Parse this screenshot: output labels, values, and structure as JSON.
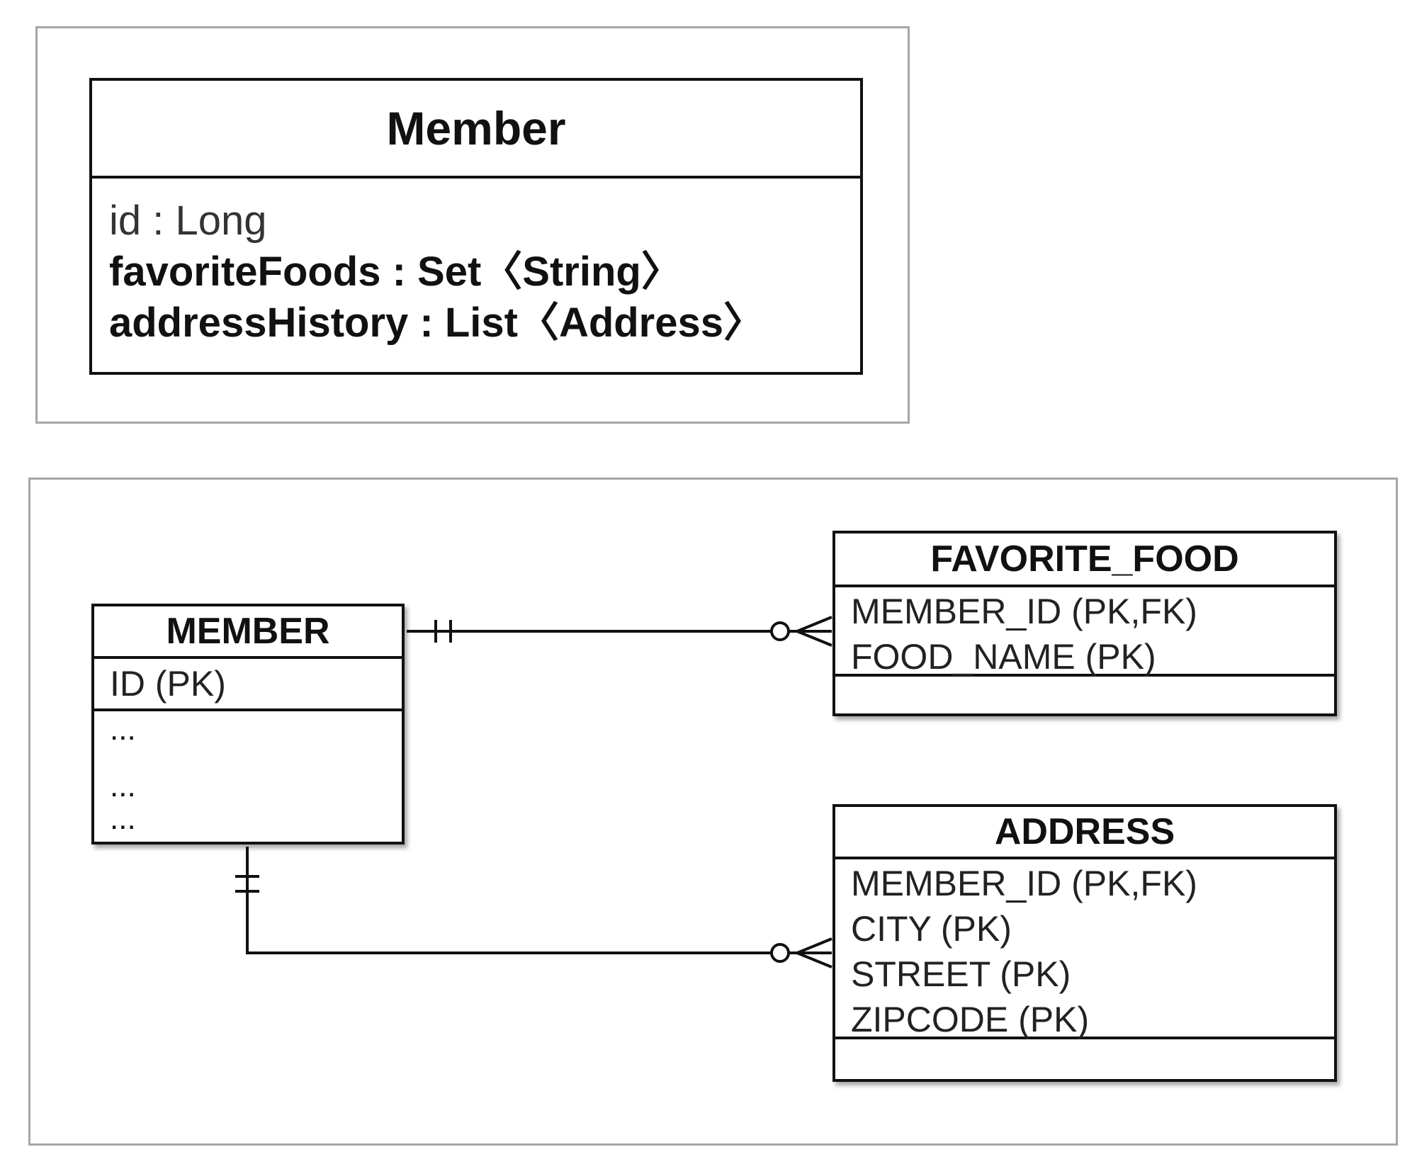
{
  "uml": {
    "class_name": "Member",
    "attributes": [
      "id : Long",
      "favoriteFoods : Set〈String〉",
      "addressHistory : List〈Address〉"
    ]
  },
  "erd": {
    "member": {
      "name": "MEMBER",
      "pk": "ID (PK)",
      "other_columns": [
        "...",
        "...",
        "..."
      ]
    },
    "favorite_food": {
      "name": "FAVORITE_FOOD",
      "columns": [
        "MEMBER_ID (PK,FK)",
        "FOOD_NAME (PK)"
      ]
    },
    "address": {
      "name": "ADDRESS",
      "columns": [
        "MEMBER_ID (PK,FK)",
        "CITY (PK)",
        "STREET (PK)",
        "ZIPCODE (PK)"
      ]
    },
    "relations": [
      {
        "from": "MEMBER",
        "to": "FAVORITE_FOOD",
        "from_cardinality": "one-and-only-one",
        "to_cardinality": "zero-or-many"
      },
      {
        "from": "MEMBER",
        "to": "ADDRESS",
        "from_cardinality": "one-and-only-one",
        "to_cardinality": "zero-or-many"
      }
    ]
  }
}
